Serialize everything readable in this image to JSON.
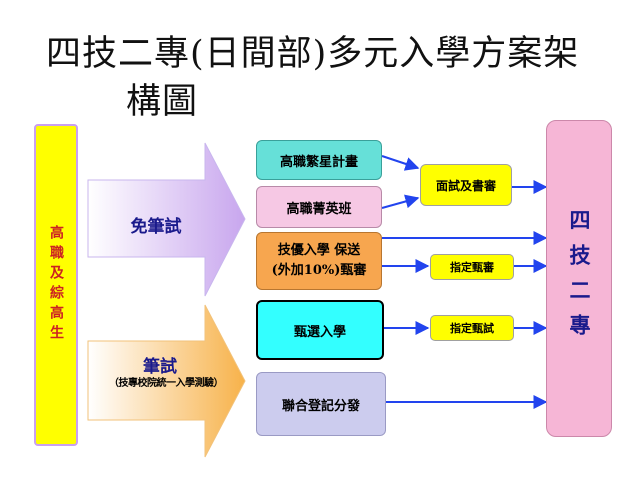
{
  "title": {
    "line1": "四技二專(日間部)多元入學方案架",
    "line2": "構圖"
  },
  "left_bar": {
    "text": "高職及綜高生"
  },
  "right_bar": {
    "text": "四技二專"
  },
  "arrows": {
    "no_exam": {
      "label": "免筆試"
    },
    "exam": {
      "label": "筆試",
      "sublabel": "（技專校院統一入學測驗）"
    }
  },
  "programs": {
    "stars": "高職繁星計畫",
    "elite": "高職菁英班",
    "skills": {
      "line1": "技優入學 保送",
      "line2": "(外加10%)甄審"
    },
    "selection": "甄選入學",
    "joint": "聯合登記分發"
  },
  "steps": {
    "interview": "面試及書審",
    "review": "指定甄審",
    "test": "指定甄試"
  },
  "colors": {
    "yellow": "#ffff00",
    "stars_fill": "#66e0d8",
    "elite_fill": "#f6c8e4",
    "skills_fill": "#f7a64f",
    "selection_fill": "#33ffff",
    "joint_fill": "#ccccee",
    "right_bar_fill": "#f6b6d6",
    "connector": "#2244ee",
    "left_text": "#cc2222",
    "right_text": "#1a1a8c",
    "arrow_label": "#1a1a8c"
  }
}
